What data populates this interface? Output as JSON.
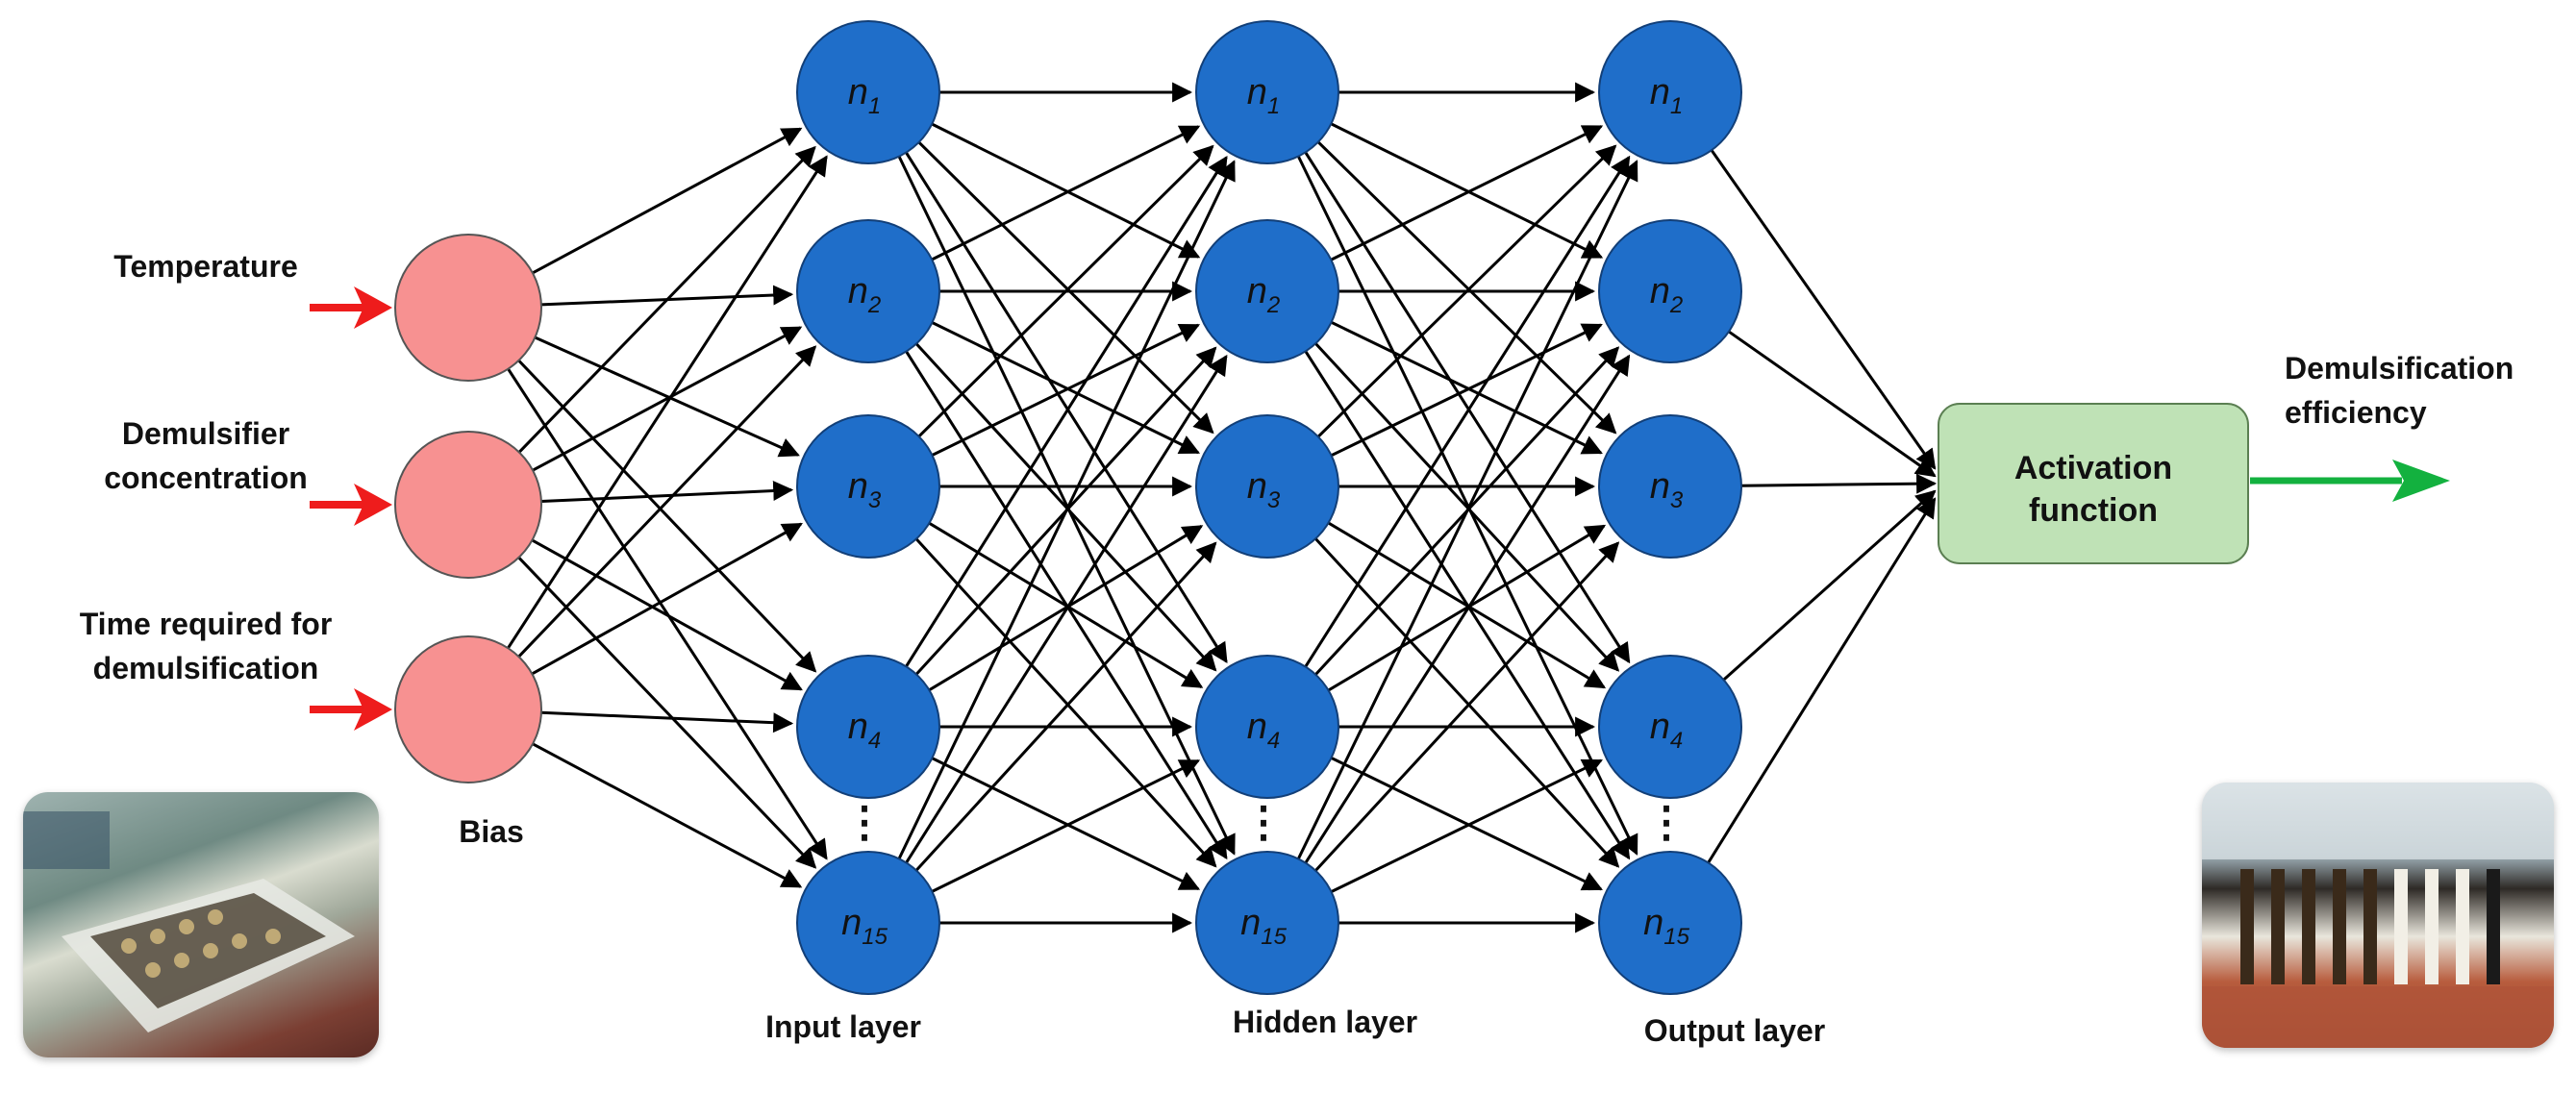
{
  "inputs": [
    {
      "lines": [
        "Temperature"
      ]
    },
    {
      "lines": [
        "Demulsifier",
        "concentration"
      ]
    },
    {
      "lines": [
        "Time required for",
        "demulsification"
      ]
    }
  ],
  "bias_label": "Bias",
  "layers": [
    {
      "label": "Input layer",
      "nodes": [
        "1",
        "2",
        "3",
        "4",
        "15"
      ]
    },
    {
      "label": "Hidden layer",
      "nodes": [
        "1",
        "2",
        "3",
        "4",
        "15"
      ]
    },
    {
      "label": "Output layer",
      "nodes": [
        "1",
        "2",
        "3",
        "4",
        "15"
      ]
    }
  ],
  "node_prefix": "n",
  "activation": {
    "lines": [
      "Activation",
      "function"
    ]
  },
  "output": {
    "lines": [
      "Demulsification",
      "efficiency"
    ]
  },
  "ellipsis": "⋮",
  "colors": {
    "node_fill": "#1f6ec9",
    "node_stroke": "#123f78",
    "bias_fill": "#f79191",
    "bias_stroke": "#555555",
    "input_arrow": "#ee1c1c",
    "output_arrow": "#13b13f",
    "activation_fill": "#bfe2b6",
    "activation_stroke": "#5b7f52",
    "edge": "#000000"
  },
  "photos": [
    {
      "name": "shaker-incubator-photo"
    },
    {
      "name": "demulsification-tubes-photo"
    }
  ]
}
